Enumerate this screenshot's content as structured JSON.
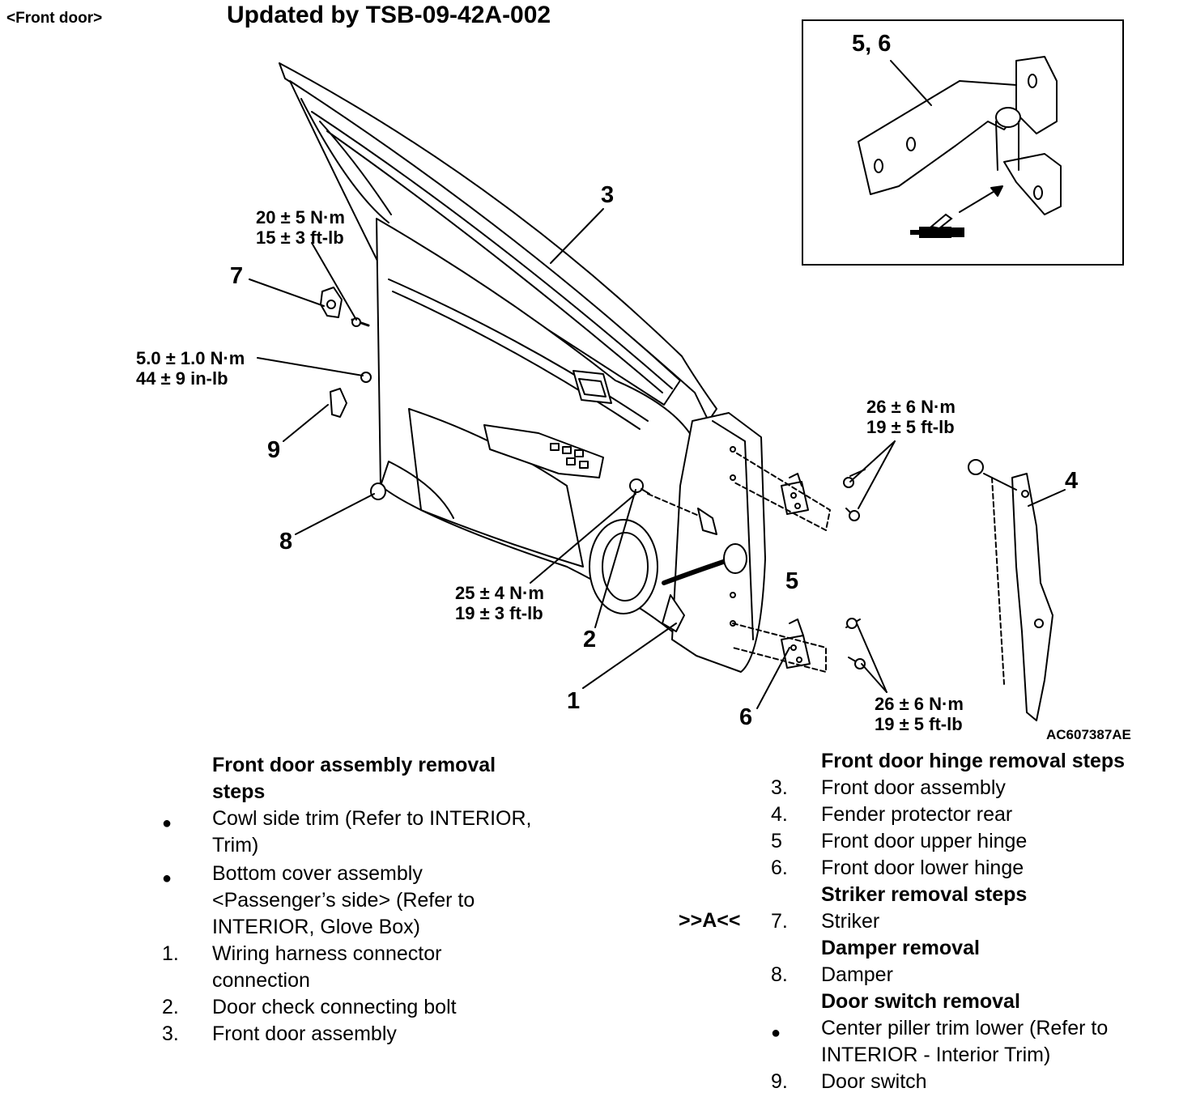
{
  "header": {
    "section_tag": "<Front door>",
    "update_note": "Updated by TSB-09-42A-002"
  },
  "diagram": {
    "callouts": {
      "c1": "1",
      "c2": "2",
      "c3": "3",
      "c4": "4",
      "c5": "5",
      "c6": "6",
      "c7": "7",
      "c8": "8",
      "c9": "9",
      "inset": "5, 6"
    },
    "torques": {
      "striker": "20 ± 5 N·m\n15 ± 3 ft-lb",
      "door_switch": "5.0 ± 1.0 N·m\n44 ± 9 in-lb",
      "door_check": "25 ± 4 N·m\n19 ± 3 ft-lb",
      "upper_hinge": "26 ± 6 N·m\n19 ± 5 ft-lb",
      "lower_hinge": "26 ± 6 N·m\n19 ± 5 ft-lb"
    },
    "figure_code": "AC607387AE",
    "inset_icon": "grease-gun-icon"
  },
  "left_steps": {
    "heading_line1": "Front door assembly removal",
    "heading_line2": "steps",
    "items": [
      {
        "marker": "●",
        "line1": "Cowl side trim (Refer to INTERIOR,",
        "line2": "Trim)"
      },
      {
        "marker": "●",
        "line1": "Bottom cover assembly",
        "line2": "<Passenger’s side> (Refer to",
        "line3": "INTERIOR,  Glove Box)"
      },
      {
        "marker": "1.",
        "line1": "Wiring harness connector",
        "line2": "connection"
      },
      {
        "marker": "2.",
        "line1": "Door check connecting bolt"
      },
      {
        "marker": "3.",
        "line1": "Front door assembly"
      }
    ]
  },
  "right_steps": {
    "hinge_heading": "Front door hinge removal steps",
    "hinge_items": [
      {
        "marker": "3.",
        "text": "Front door assembly"
      },
      {
        "marker": "4.",
        "text": "Fender protector rear"
      },
      {
        "marker": "5",
        "text": "Front door upper hinge"
      },
      {
        "marker": "6.",
        "text": "Front door lower hinge"
      }
    ],
    "striker_heading": "Striker removal steps",
    "striker_ref": ">>A<<",
    "striker_item": {
      "marker": "7.",
      "text": "Striker"
    },
    "damper_heading": "Damper removal",
    "damper_item": {
      "marker": "8.",
      "text": "Damper"
    },
    "switch_heading": "Door switch removal",
    "switch_items": [
      {
        "marker": "●",
        "line1": "Center piller trim lower (Refer to",
        "line2": "INTERIOR  - Interior Trim)"
      },
      {
        "marker": "9.",
        "text": "Door switch"
      }
    ]
  }
}
